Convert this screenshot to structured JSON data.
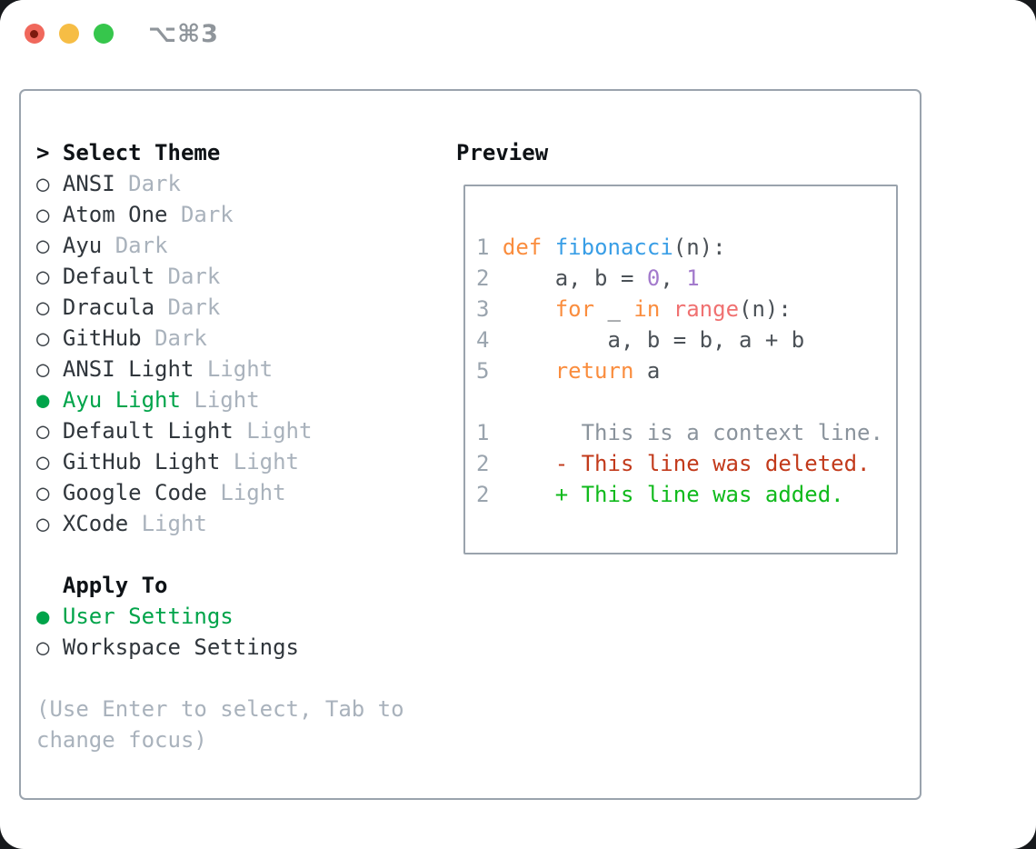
{
  "window": {
    "title": "⌥⌘3"
  },
  "titlebar_icons": [
    "close",
    "minimize",
    "maximize"
  ],
  "glyphs": {
    "header_prefix": ">",
    "bullet_selected": "●",
    "bullet_unselected": "○"
  },
  "theme_list": {
    "header": "Select Theme",
    "items": [
      {
        "name": "ANSI",
        "tag": "Dark",
        "selected": false
      },
      {
        "name": "Atom One",
        "tag": "Dark",
        "selected": false
      },
      {
        "name": "Ayu",
        "tag": "Dark",
        "selected": false
      },
      {
        "name": "Default",
        "tag": "Dark",
        "selected": false
      },
      {
        "name": "Dracula",
        "tag": "Dark",
        "selected": false
      },
      {
        "name": "GitHub",
        "tag": "Dark",
        "selected": false
      },
      {
        "name": "ANSI Light",
        "tag": "Light",
        "selected": false
      },
      {
        "name": "Ayu Light",
        "tag": "Light",
        "selected": true
      },
      {
        "name": "Default Light",
        "tag": "Light",
        "selected": false
      },
      {
        "name": "GitHub Light",
        "tag": "Light",
        "selected": false
      },
      {
        "name": "Google Code",
        "tag": "Light",
        "selected": false
      },
      {
        "name": "XCode",
        "tag": "Light",
        "selected": false
      }
    ]
  },
  "apply_to": {
    "header": "Apply To",
    "options": [
      {
        "name": "User Settings",
        "selected": true
      },
      {
        "name": "Workspace Settings",
        "selected": false
      }
    ]
  },
  "help_text": [
    "(Use Enter to select, Tab to",
    "change focus)"
  ],
  "preview": {
    "title": "Preview",
    "code_lines": [
      {
        "n": "1",
        "segments": [
          {
            "c": "kw",
            "t": "def"
          },
          {
            "c": "fg",
            "t": " "
          },
          {
            "c": "fn",
            "t": "fibonacci"
          },
          {
            "c": "fg",
            "t": "(n):"
          }
        ]
      },
      {
        "n": "2",
        "segments": [
          {
            "c": "fg",
            "t": "    a, b = "
          },
          {
            "c": "num",
            "t": "0"
          },
          {
            "c": "fg",
            "t": ", "
          },
          {
            "c": "num",
            "t": "1"
          }
        ]
      },
      {
        "n": "3",
        "segments": [
          {
            "c": "fg",
            "t": "    "
          },
          {
            "c": "kw",
            "t": "for"
          },
          {
            "c": "fg",
            "t": " _ "
          },
          {
            "c": "kw",
            "t": "in"
          },
          {
            "c": "fg",
            "t": " "
          },
          {
            "c": "rng",
            "t": "range"
          },
          {
            "c": "fg",
            "t": "(n):"
          }
        ]
      },
      {
        "n": "4",
        "segments": [
          {
            "c": "fg",
            "t": "        a, b = b, a + b"
          }
        ]
      },
      {
        "n": "5",
        "segments": [
          {
            "c": "fg",
            "t": "    "
          },
          {
            "c": "kw",
            "t": "return"
          },
          {
            "c": "fg",
            "t": " a"
          }
        ]
      }
    ],
    "diff_lines": [
      {
        "n": "1",
        "segments": [
          {
            "c": "ctx",
            "t": "      This is a context line."
          }
        ]
      },
      {
        "n": "2",
        "segments": [
          {
            "c": "del",
            "t": "    - This line was deleted."
          }
        ]
      },
      {
        "n": "2",
        "segments": [
          {
            "c": "add",
            "t": "    + This line was added."
          }
        ]
      }
    ]
  },
  "colors": {
    "accent_selected_green": "#00a44a",
    "diff_added_green": "#10ba1c",
    "diff_deleted_red": "#c23a1b",
    "syntax_keyword_orange": "#fa8d3e",
    "syntax_function_blue": "#399ee6",
    "syntax_number_purple": "#a37acc",
    "syntax_builtin_red": "#f07171",
    "muted_gray": "#a9b2bc",
    "border_gray": "#9aa3ad",
    "traffic_red": "#f0685c",
    "traffic_yellow": "#f6bd45",
    "traffic_green": "#36c64c"
  }
}
